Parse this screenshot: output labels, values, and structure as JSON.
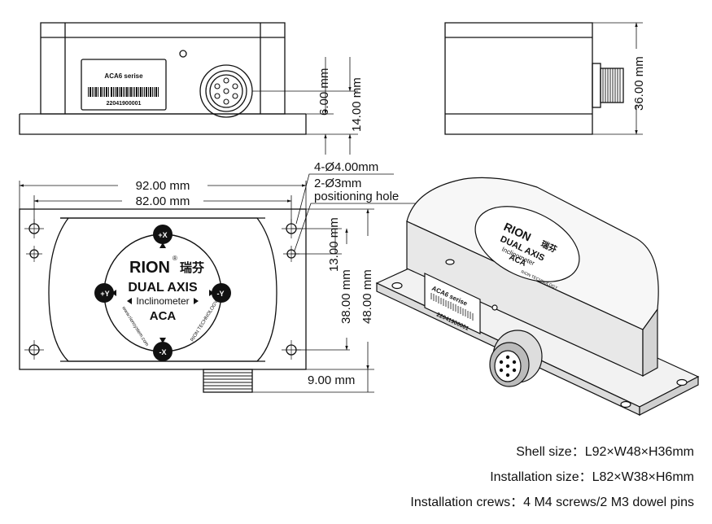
{
  "label_plate": {
    "title": "ACA6 serise",
    "serial": "22041900001"
  },
  "logo": {
    "brand": "RION",
    "brand_cn": "瑞芬",
    "registered": "®",
    "product_line1": "DUAL AXIS",
    "product_line2": "Inclinometer",
    "model": "ACA",
    "website": "www.rionsystem.com",
    "company": "RION TECHNOLOGY",
    "axis_px": "+X",
    "axis_nx": "-X",
    "axis_py": "+Y",
    "axis_ny": "-Y"
  },
  "dimensions": {
    "length_total": "92.00 mm",
    "length_install": "82.00 mm",
    "hole_main": "4-Ø4.00mm",
    "hole_pos": "2-Ø3mm",
    "hole_pos_note": "positioning hole",
    "hole_offset": "13.00 mm",
    "width_install": "38.00 mm",
    "width_total": "48.00 mm",
    "connector_len": "9.00 mm",
    "flange_height": "6.00 mm",
    "connector_height": "14.00 mm",
    "total_height": "36.00 mm"
  },
  "specs": {
    "shell": "Shell size：L92×W48×H36mm",
    "install": "Installation size：L82×W38×H6mm",
    "crews": "Installation crews：4 M4 screws/2 M3 dowel pins"
  },
  "colors": {
    "line": "#111111",
    "shell_fill": "#f4f4f4",
    "logo_fill": "#111111"
  }
}
